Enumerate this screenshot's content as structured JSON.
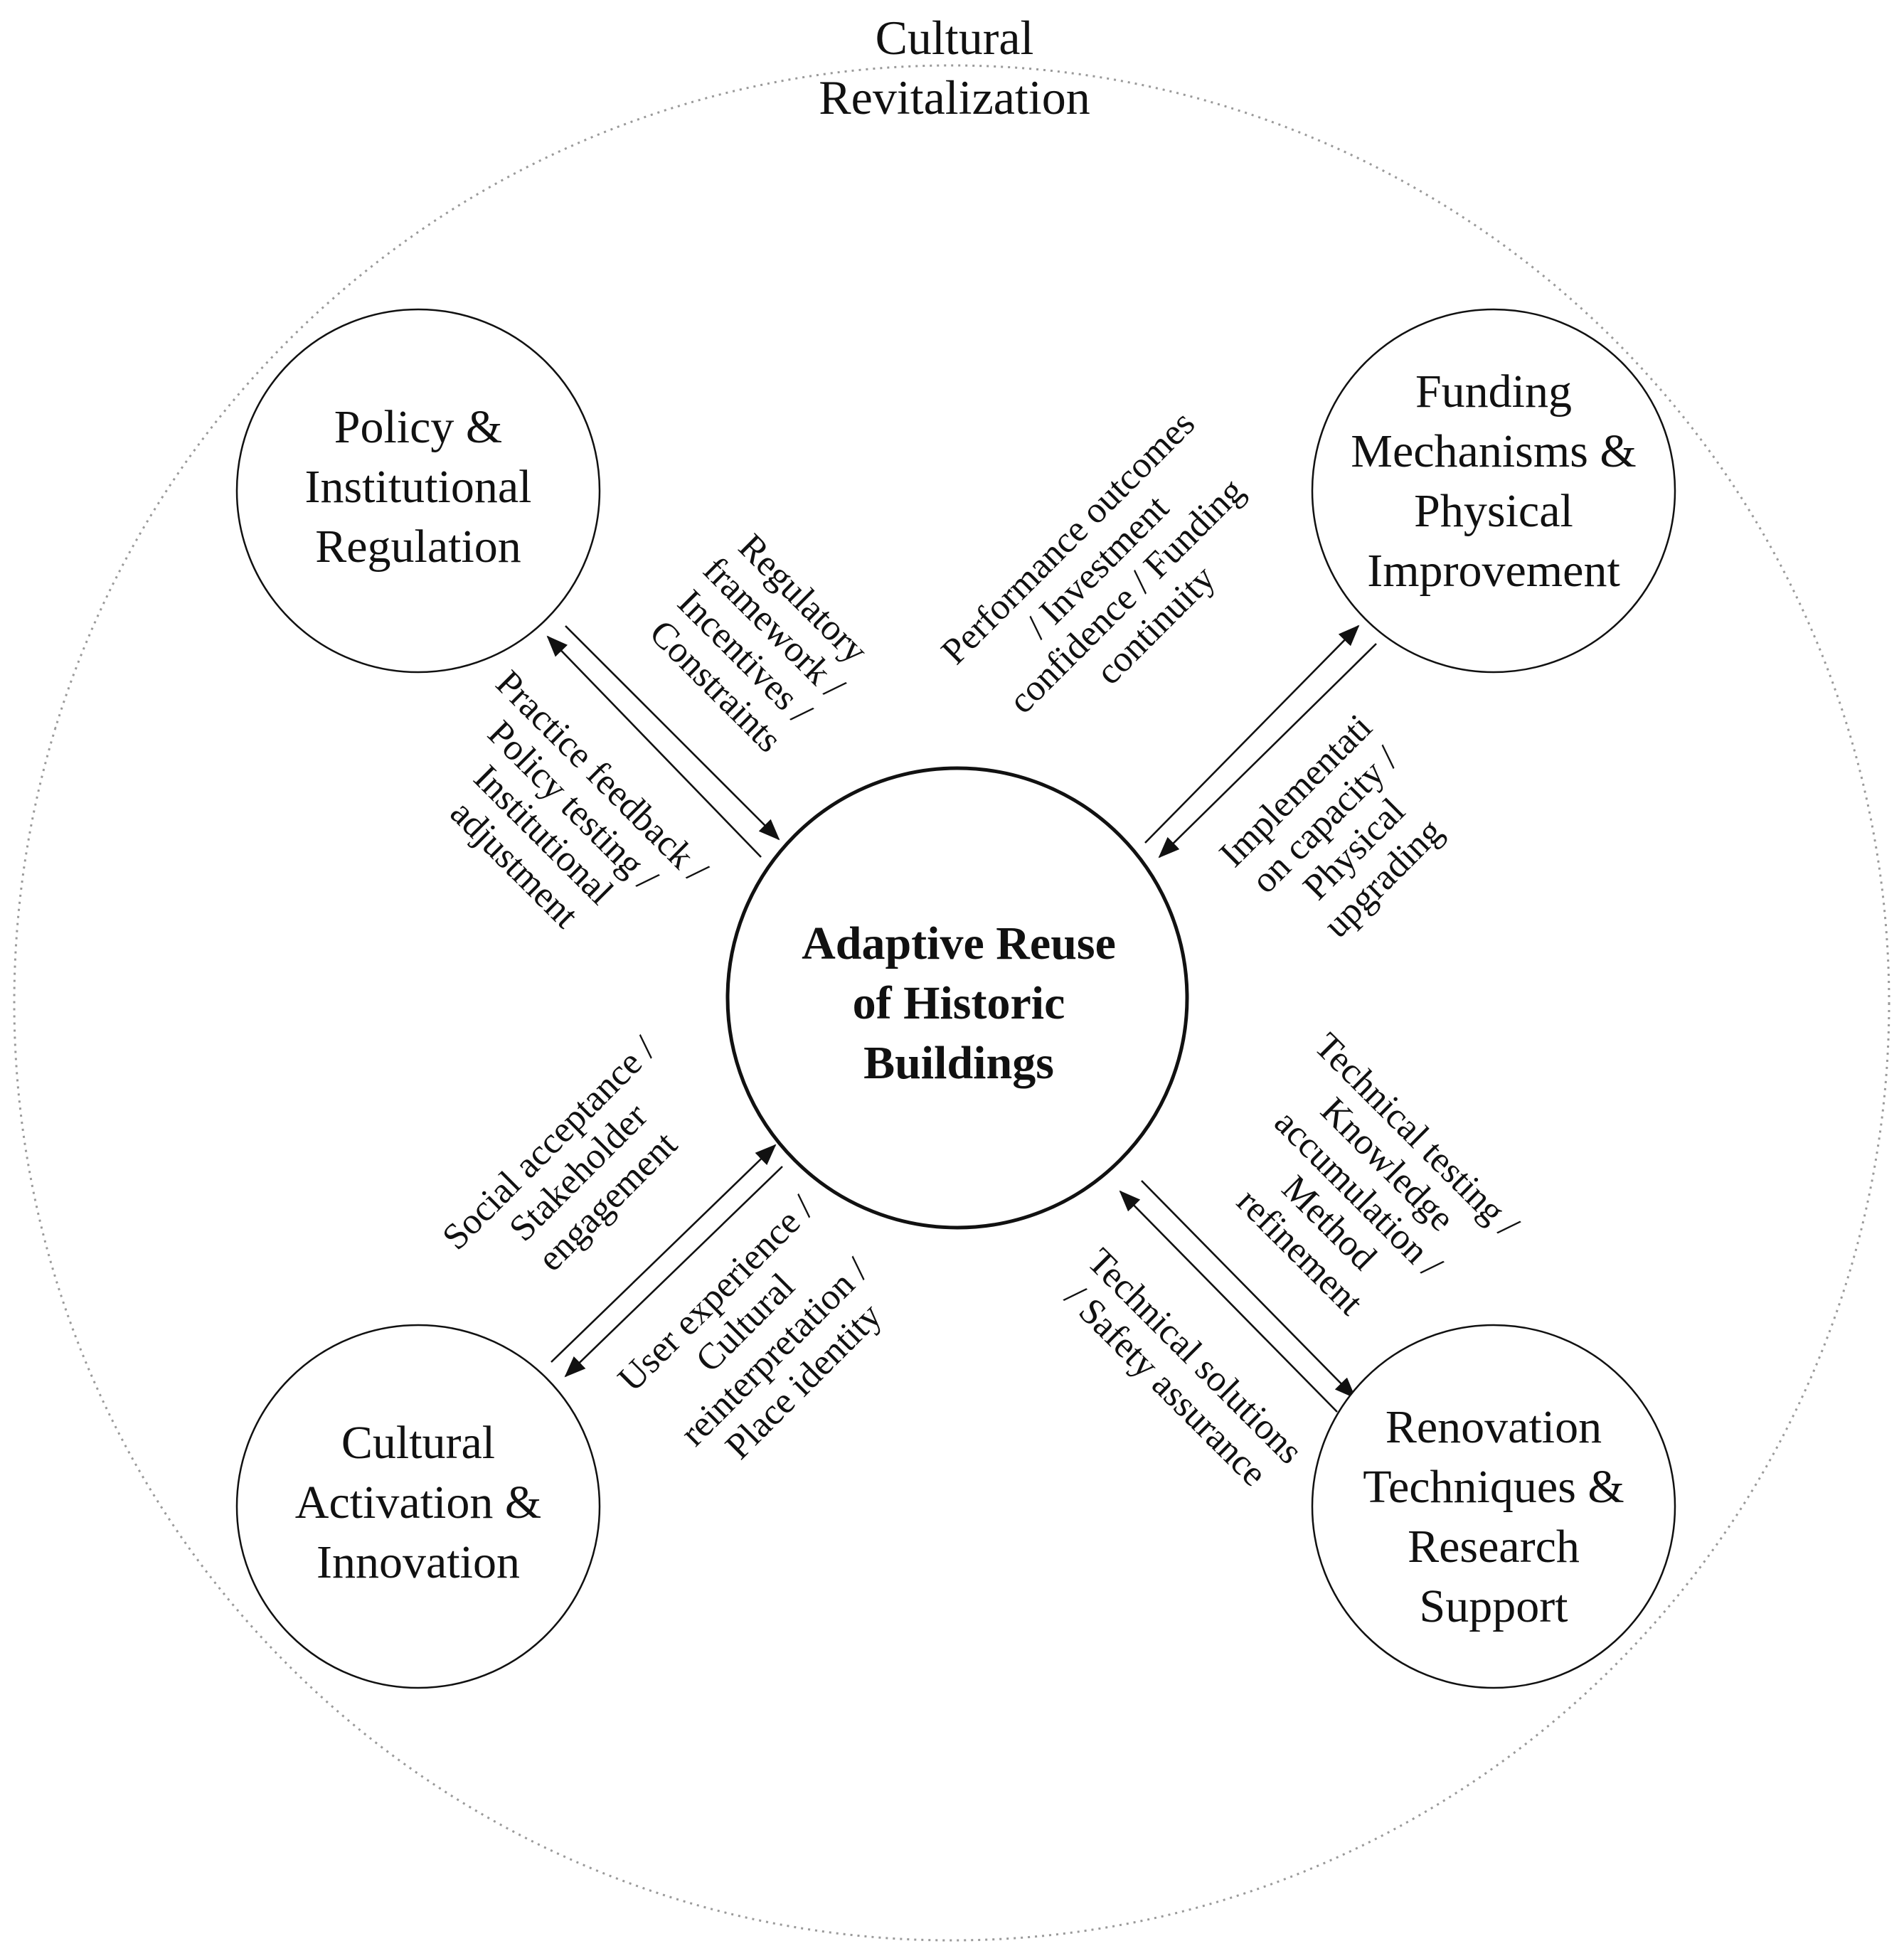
{
  "outer": {
    "title_lines": [
      "Cultural",
      "Revitalization"
    ]
  },
  "center": {
    "label_lines": [
      "Adaptive Reuse",
      "of Historic",
      "Buildings"
    ]
  },
  "nodes": [
    {
      "id": "policy",
      "label_lines": [
        "Policy &",
        "Institutional",
        "Regulation"
      ]
    },
    {
      "id": "funding",
      "label_lines": [
        "Funding",
        "Mechanisms &",
        "Physical",
        "Improvement"
      ]
    },
    {
      "id": "cultural",
      "label_lines": [
        "Cultural",
        "Activation &",
        "Innovation"
      ]
    },
    {
      "id": "renovation",
      "label_lines": [
        "Renovation",
        "Techniques &",
        "Research",
        "Support"
      ]
    }
  ],
  "edge_labels": {
    "policy_to_center": [
      "Regulatory",
      "framework /",
      "Incentives /",
      "Constraints"
    ],
    "center_to_policy": [
      "Practice feedback /",
      "Policy testing /",
      "Institutional",
      "adjustment"
    ],
    "center_to_funding": [
      "Performance outcomes",
      "/ Investment",
      "confidence / Funding",
      "continuity"
    ],
    "funding_to_center": [
      "Implementati",
      "on capacity /",
      "Physical",
      "upgrading"
    ],
    "center_to_cultural": [
      "Social acceptance /",
      "Stakeholder",
      "engagement"
    ],
    "cultural_to_center": [
      "User experience /",
      "Cultural",
      "reinterpretation /",
      "Place identity"
    ],
    "renovation_to_center": [
      "Technical testing /",
      "Knowledge",
      "accumulation /",
      "Method",
      "refinement"
    ],
    "center_to_renovation": [
      "Technical solutions",
      "/ Safety assurance"
    ]
  }
}
